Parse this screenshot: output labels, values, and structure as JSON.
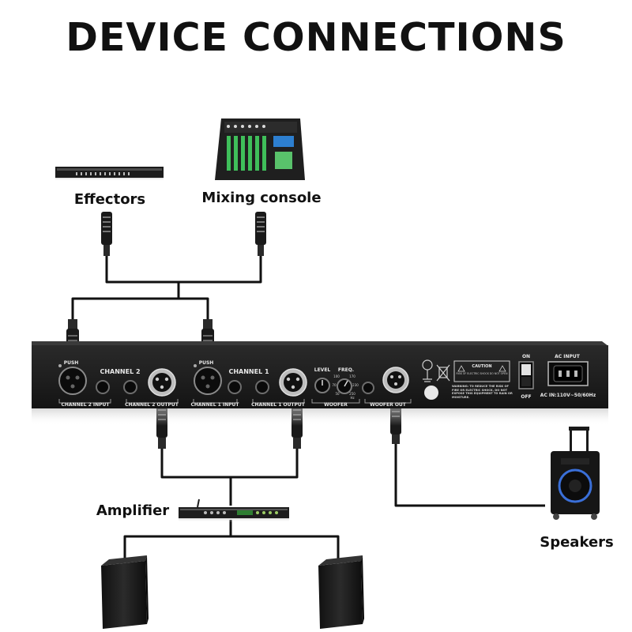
{
  "title": "DEVICE CONNECTIONS",
  "devices": {
    "effectors": "Effectors",
    "mixing_console": "Mixing console",
    "amplifier": "Amplifier",
    "speakers": "Speakers"
  },
  "rack_panel": {
    "channel_2": "CHANNEL 2",
    "channel_1": "CHANNEL 1",
    "channel_2_input": "CHANNEL 2 INPUT",
    "channel_2_output": "CHANNEL 2 OUTPUT",
    "channel_1_input": "CHANNEL 1 INPUT",
    "channel_1_output": "CHANNEL 1 OUTPUT",
    "woofer": "WOOFER",
    "woofer_out": "WOOFER OUT",
    "level": "LEVEL",
    "freq": "FREQ.",
    "freq_ticks": [
      "100",
      "170",
      "70",
      "230",
      "50",
      "250"
    ],
    "freq_unit": "Hz",
    "push_1": "PUSH",
    "push_2": "PUSH",
    "caution_title": "CAUTION",
    "caution_line": "RISK OF ELECTRIC SHOCK DO NOT OPEN",
    "warning_text": "WARNING: TO REDUCE THE RISK OF FIRE OR ELECTRIC SHOCK, DO NOT EXPOSE THIS EQUIPMENT TO RAIN OR MOISTURE.",
    "on": "ON",
    "off": "OFF",
    "ac_input": "AC INPUT",
    "ac_rating": "AC IN:110V~50/60Hz"
  },
  "colors": {
    "cable": "#111111",
    "panel": "#1b1b1b",
    "text": "#111111"
  }
}
